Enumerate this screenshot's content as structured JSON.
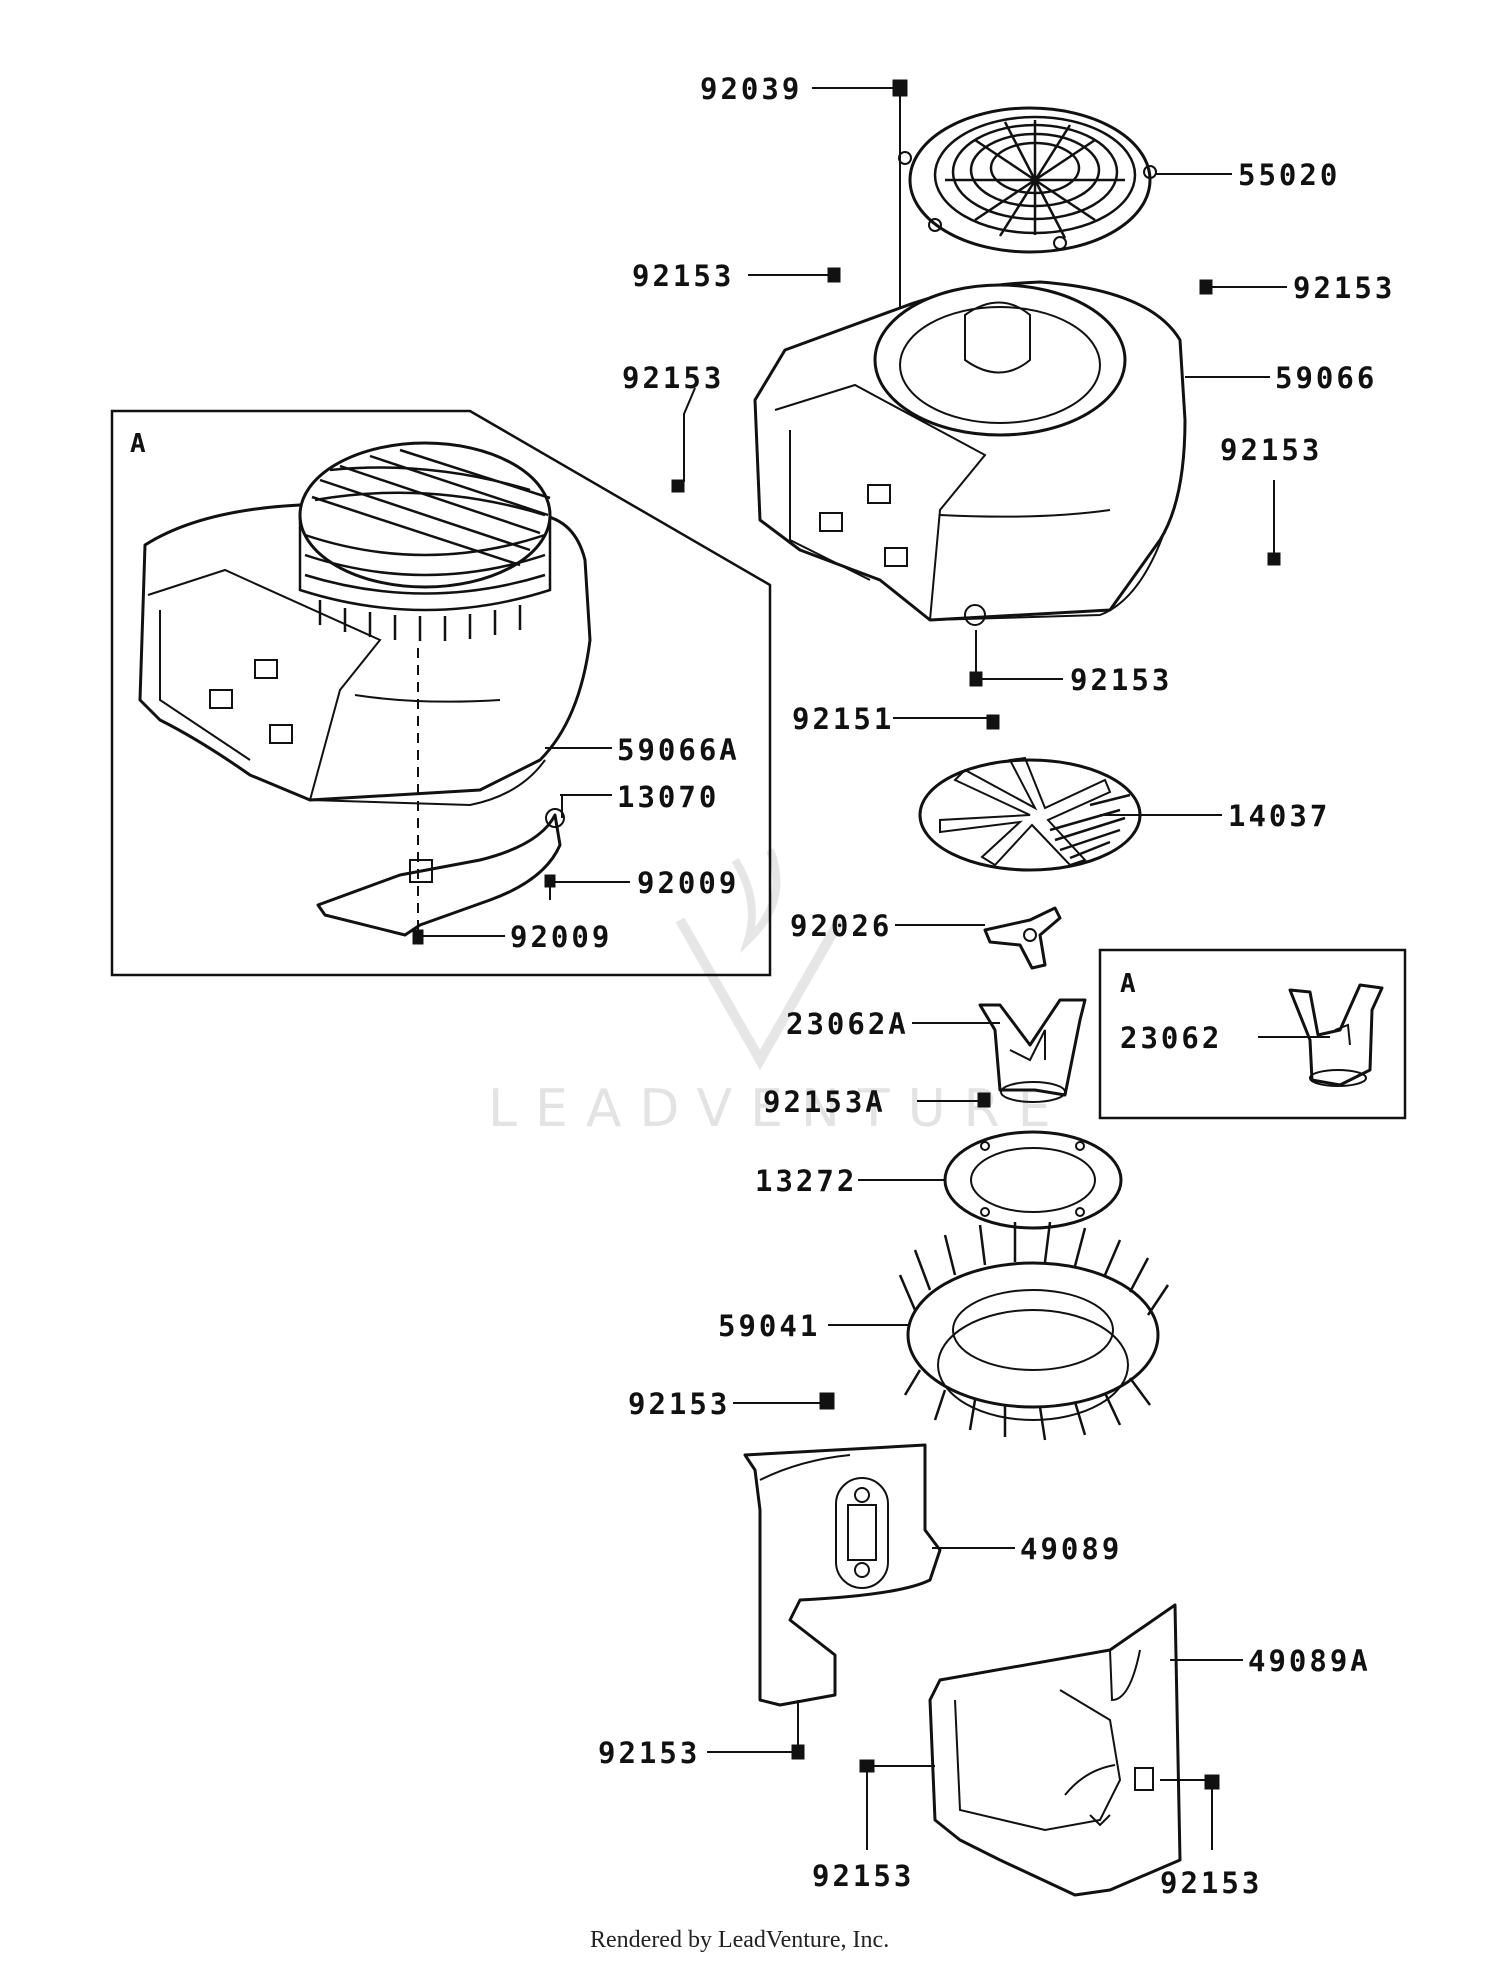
{
  "inset_tag": "A",
  "watermark": "LEADVENTURE",
  "footer": "Rendered by LeadVenture, Inc.",
  "labels": {
    "p92039": "92039",
    "p55020": "55020",
    "p92153_a": "92153",
    "p92153_b": "92153",
    "p92153_c": "92153",
    "p59066": "59066",
    "p92153_d": "92153",
    "p92153_e": "92153",
    "p59066A": "59066A",
    "p13070": "13070",
    "p92009_a": "92009",
    "p92009_b": "92009",
    "p92151": "92151",
    "p14037": "14037",
    "p92026": "92026",
    "p23062A": "23062A",
    "p23062": "23062",
    "p92153A": "92153A",
    "p13272": "13272",
    "p59041": "59041",
    "p92153_f": "92153",
    "p49089": "49089",
    "p49089A": "49089A",
    "p92153_g": "92153",
    "p92153_h": "92153",
    "p92153_i": "92153"
  }
}
